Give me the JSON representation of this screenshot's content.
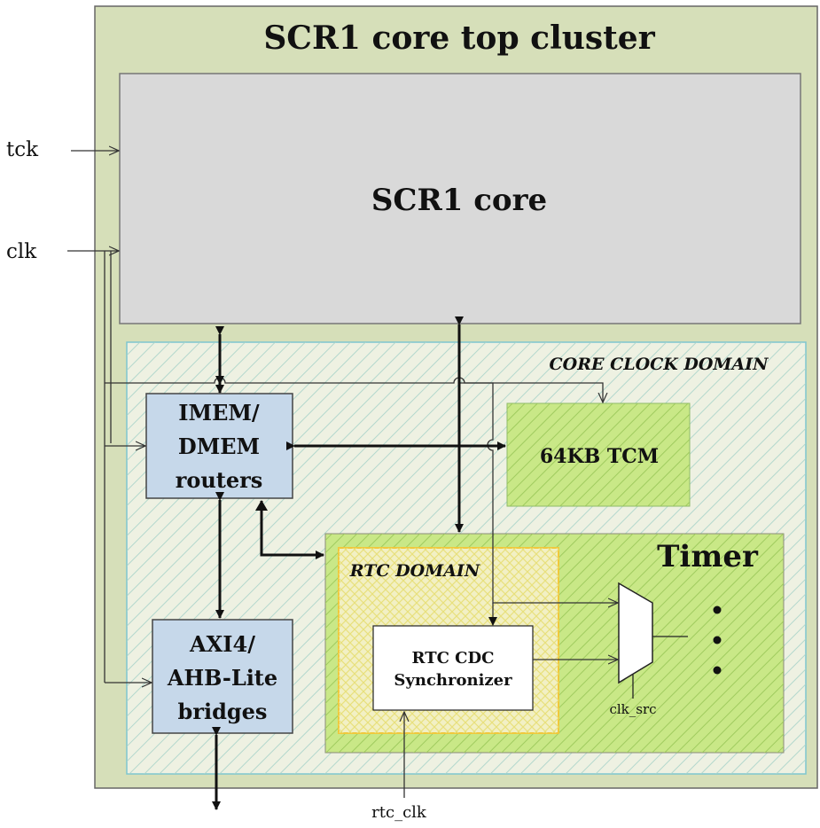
{
  "cluster": {
    "title": "SCR1 core top cluster"
  },
  "core": {
    "title": "SCR1 core"
  },
  "domains": {
    "core_clock": "CORE CLOCK DOMAIN",
    "rtc": "RTC DOMAIN"
  },
  "blocks": {
    "routers": [
      "IMEM/",
      "DMEM",
      "routers"
    ],
    "bridges": [
      "AXI4/",
      "AHB-Lite",
      "bridges"
    ],
    "tcm": "64KB TCM",
    "timer": "Timer",
    "sync": [
      "RTC CDC",
      "Synchronizer"
    ]
  },
  "signals": {
    "tck": "tck",
    "clk": "clk",
    "rtc_clk": "rtc_clk",
    "clk_src": "clk_src"
  },
  "colors": {
    "cluster_fill": "#d6dfb9",
    "core_fill": "#d9d9d9",
    "block_fill": "#c6d8ea",
    "green_fill": "#c9e887",
    "domain_border": "#7ec6d0",
    "rtc_border": "#f0c83c"
  }
}
